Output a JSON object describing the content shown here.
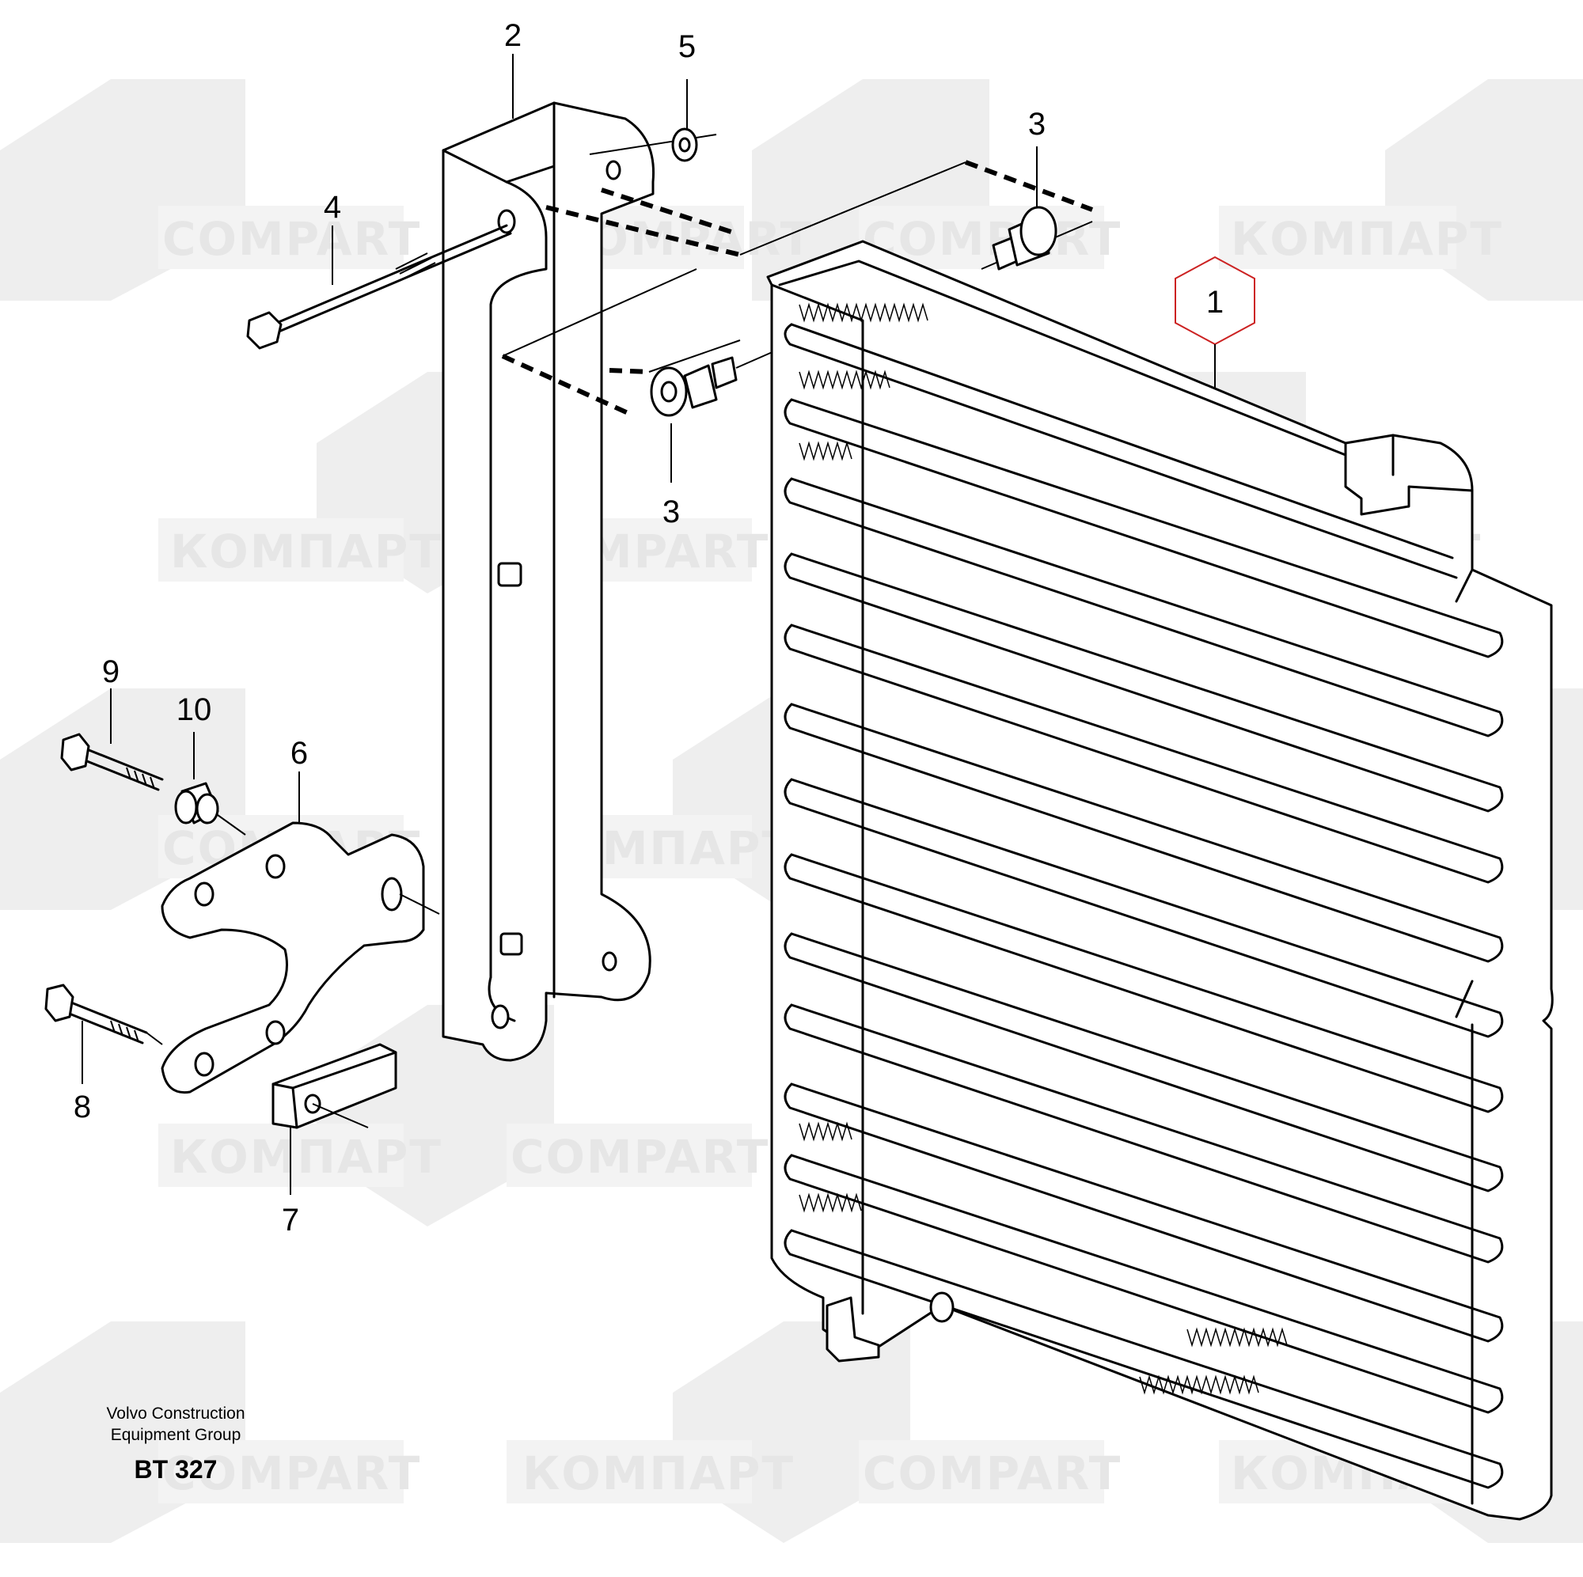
{
  "watermarks": {
    "latin": "COMPART",
    "cyrillic": "КОМПАРТ"
  },
  "callouts": {
    "c1": "1",
    "c2": "2",
    "c3a": "3",
    "c3b": "3",
    "c4": "4",
    "c5": "5",
    "c6": "6",
    "c7": "7",
    "c8": "8",
    "c9": "9",
    "c10": "10"
  },
  "footer": {
    "line1": "Volvo Construction",
    "line2": "Equipment Group",
    "code": "BT 327"
  },
  "colors": {
    "highlight": "#cc2222",
    "watermark": "#e6e6e6",
    "ink": "#000000"
  }
}
